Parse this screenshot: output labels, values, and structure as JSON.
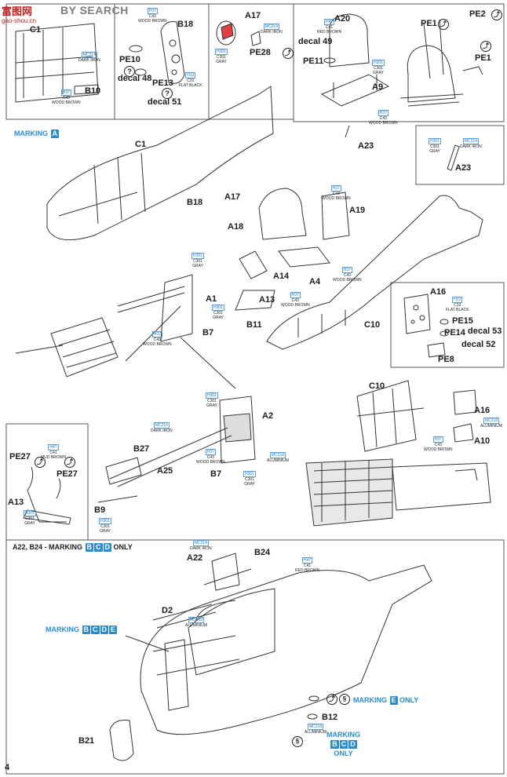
{
  "watermark": {
    "logo_text": "富图网",
    "search_text": "BY SEARCH",
    "url": "gao-shou.cn"
  },
  "page_number": "4",
  "parts": {
    "c1_top": "C1",
    "b10": "B10",
    "b18_top": "B18",
    "pe10": "PE10",
    "decal48": "decal 48",
    "pe13": "PE13",
    "decal51": "decal 51",
    "a17_top": "A17",
    "pe28": "PE28",
    "a20": "A20",
    "decal49": "decal 49",
    "pe11": "PE11",
    "a9": "A9",
    "pe1a": "PE1",
    "pe2": "PE2",
    "pe1b": "PE1",
    "a23a": "A23",
    "a23b": "A23",
    "c1_main": "C1",
    "b18_main": "B18",
    "a17_main": "A17",
    "a18": "A18",
    "a19": "A19",
    "a14": "A14",
    "a4": "A4",
    "a1": "A1",
    "a13_main": "A13",
    "b7_main": "B7",
    "b11": "B11",
    "c10_main": "C10",
    "a16_top": "A16",
    "pe15": "PE15",
    "pe14": "PE14",
    "decal53": "decal 53",
    "decal52": "decal 52",
    "pe8": "PE8",
    "c10_lower": "C10",
    "a16_lower": "A16",
    "a10": "A10",
    "a2": "A2",
    "b27": "B27",
    "a25": "A25",
    "b7_lower": "B7",
    "b9": "B9",
    "pe27a": "PE27",
    "pe27b": "PE27",
    "a13_lower": "A13",
    "a22": "A22",
    "b24": "B24",
    "d2": "D2",
    "b12": "B12",
    "b21": "B21"
  },
  "paint_callouts": {
    "c1_dark_iron": {
      "code": "MC214",
      "desc": "DARK IRON"
    },
    "c1_wood": {
      "code": "H37",
      "mc": "C43",
      "desc": "WOOD BROWN"
    },
    "b18_wood": {
      "code": "H37",
      "mc": "C43",
      "desc": "WOOD BROWN"
    },
    "b18_black": {
      "code": "H12",
      "mc": "C33",
      "desc": "FLAT BLACK"
    },
    "a17_dark_iron": {
      "code": "MC214",
      "desc": "DARK IRON"
    },
    "a17_gray": {
      "code": "H301",
      "mc": "C301",
      "desc": "GRAY"
    },
    "a20_red": {
      "code": "H47",
      "mc": "C41",
      "desc": "RED BROWN"
    },
    "a9_gray": {
      "code": "H301",
      "mc": "C301",
      "desc": "GRAY"
    },
    "a9_wood": {
      "code": "H37",
      "mc": "C43",
      "desc": "WOOD BROWN"
    },
    "a23_gray": {
      "code": "H301",
      "mc": "C301",
      "desc": "GRAY"
    },
    "a23_dark_iron": {
      "code": "MC214",
      "desc": "DARK IRON"
    },
    "a19_wood": {
      "code": "H37",
      "mc": "C43",
      "desc": "WOOD BROWN"
    },
    "a18_gray": {
      "code": "H301",
      "mc": "C301",
      "desc": "GRAY"
    },
    "a4_wood": {
      "code": "H37",
      "mc": "C43",
      "desc": "WOOD BROWN"
    },
    "a13_wood": {
      "code": "H37",
      "mc": "C43",
      "desc": "WOOD BROWN"
    },
    "a1_gray": {
      "code": "H301",
      "mc": "C301",
      "desc": "GRAY"
    },
    "eng_wood": {
      "code": "H37",
      "mc": "C43",
      "desc": "WOOD BROWN"
    },
    "a16_black": {
      "code": "H12",
      "mc": "C33",
      "desc": "FLAT BLACK"
    },
    "a2_gray": {
      "code": "H301",
      "mc": "C301",
      "desc": "GRAY"
    },
    "b27_dark_iron": {
      "code": "MC214",
      "desc": "DARK IRON"
    },
    "a25_wood": {
      "code": "H37",
      "mc": "C43",
      "desc": "WOOD BROWN"
    },
    "a2_alu": {
      "code": "MC218",
      "desc": "ALUMINIUM"
    },
    "b7_gray": {
      "code": "H301",
      "mc": "C301",
      "desc": "GRAY"
    },
    "b9_gray": {
      "code": "H301",
      "mc": "C301",
      "desc": "GRAY"
    },
    "a16_alu": {
      "code": "MC218",
      "desc": "ALUMINIUM"
    },
    "a10_wood": {
      "code": "H37",
      "mc": "C43",
      "desc": "WOOD BROWN"
    },
    "pe27_mud": {
      "code": "H47",
      "mc": "C41",
      "desc": "MUD BROWN"
    },
    "a13_gray": {
      "code": "H301",
      "mc": "C301",
      "desc": "GRAY"
    },
    "a22_dark_iron": {
      "code": "MC214",
      "desc": "DARK IRON"
    },
    "b24_red": {
      "code": "H47",
      "mc": "C41",
      "desc": "RED BROWN"
    },
    "d2_alu": {
      "code": "MC218",
      "desc": "ALUMINIUM"
    },
    "b12_alu": {
      "code": "MC218",
      "desc": "ALUMINIUM"
    }
  },
  "markings": {
    "marking_a": {
      "text": "MARKING",
      "letters": [
        "A"
      ]
    },
    "a22_b24_note": {
      "prefix": "A22, B24 - MARKING",
      "letters": [
        "B",
        "C",
        "D"
      ],
      "suffix": "ONLY"
    },
    "marking_bcde": {
      "text": "MARKING",
      "letters": [
        "B",
        "C",
        "D",
        "E"
      ]
    },
    "marking_e_only": {
      "text": "MARKING",
      "letters": [
        "E"
      ],
      "suffix": "ONLY"
    },
    "marking_bcd_only": {
      "text": "MARKING",
      "letters": [
        "B",
        "C",
        "D"
      ],
      "suffix": "ONLY"
    }
  },
  "colors": {
    "accent_blue": "#2a8ccf",
    "line": "#3a3a3a",
    "frame": "#6a6a6a"
  }
}
